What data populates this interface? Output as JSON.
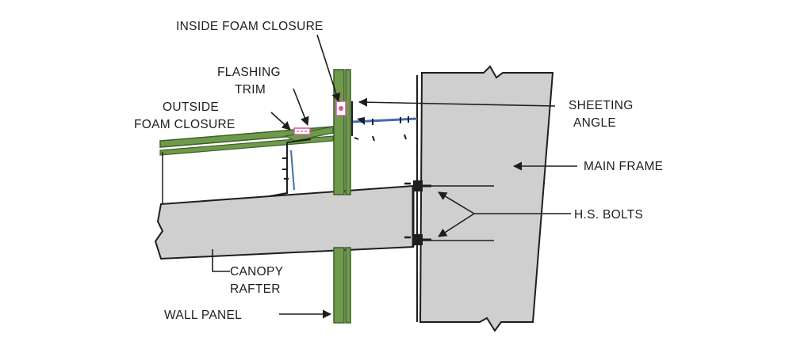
{
  "labels": {
    "inside_foam_closure": "INSIDE FOAM CLOSURE",
    "flashing_trim_line1": "FLASHING",
    "flashing_trim_line2": "TRIM",
    "outside_foam_closure_line1": "OUTSIDE",
    "outside_foam_closure_line2": "FOAM CLOSURE",
    "sheeting_angle_line1": "SHEETING",
    "sheeting_angle_line2": "ANGLE",
    "main_frame": "MAIN FRAME",
    "hs_bolts": "H.S. BOLTS",
    "canopy_rafter_line1": "CANOPY",
    "canopy_rafter_line2": "RAFTER",
    "wall_panel": "WALL PANEL"
  },
  "colors": {
    "member_fill": "#cfcfcf",
    "panel_green": "#6f9a4a",
    "panel_green_dark": "#3d5f2a",
    "girt_blue": "#3f6fb5",
    "foam_pink": "#d9559a",
    "ink": "#1e1e1e"
  }
}
